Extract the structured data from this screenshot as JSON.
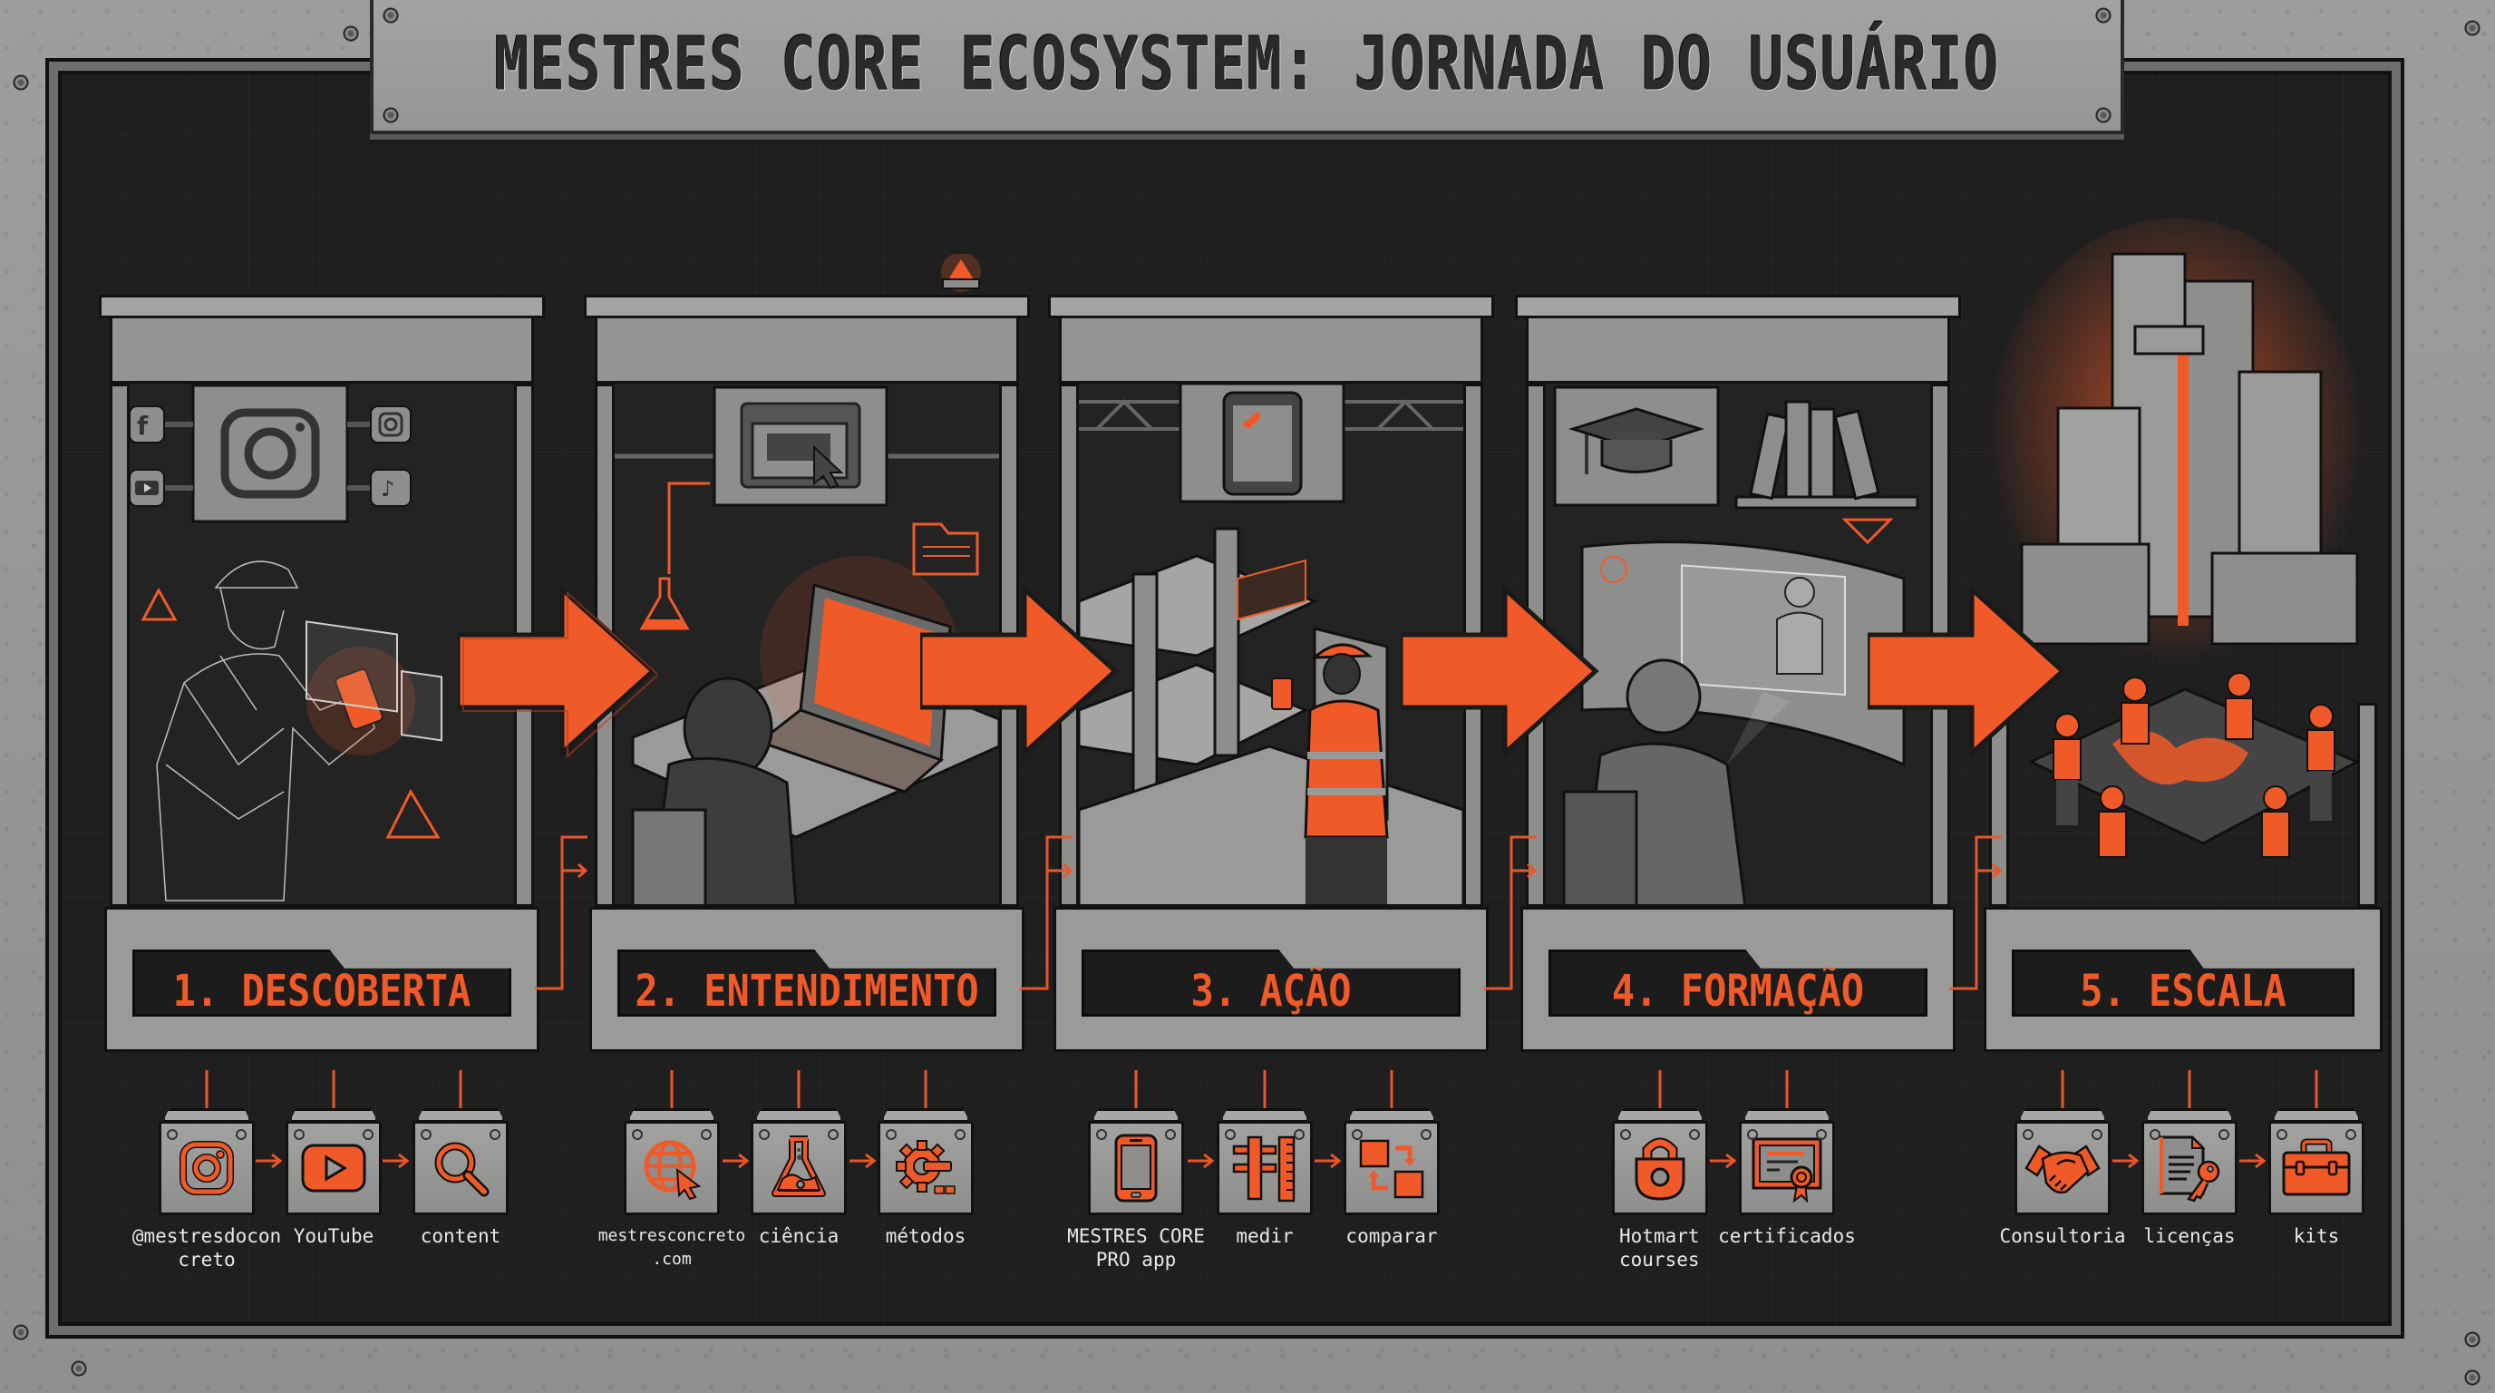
{
  "title": "MESTRES CORE ECOSYSTEM: JORNADA DO USUÁRIO",
  "colors": {
    "accent_orange": "#f05a28",
    "concrete": "#9a9a98",
    "background": "#1f1f20",
    "text_light": "#e8e8e6",
    "title_text": "#2a2a2a"
  },
  "stages": [
    {
      "number": "1",
      "label": "1. DESCOBERTA",
      "illustration": "wireframe-worker-with-phone",
      "scene_icons": [
        "instagram-icon",
        "facebook-icon",
        "youtube-icon",
        "tiktok-icon"
      ],
      "tools": [
        {
          "icon": "instagram-icon",
          "label_line1": "@mestresdocon",
          "label_line2": "creto"
        },
        {
          "icon": "youtube-icon",
          "label_line1": "YouTube",
          "label_line2": ""
        },
        {
          "icon": "search-icon",
          "label_line1": "content",
          "label_line2": ""
        }
      ]
    },
    {
      "number": "2",
      "label": "2. ENTENDIMENTO",
      "illustration": "person-at-laptop",
      "scene_icons": [
        "browser-click-icon",
        "flask-icon",
        "folder-icon"
      ],
      "tools": [
        {
          "icon": "globe-cursor-icon",
          "label_line1": "mestresconcreto",
          "label_line2": ".com"
        },
        {
          "icon": "flask-icon",
          "label_line1": "ciência",
          "label_line2": ""
        },
        {
          "icon": "gear-icon",
          "label_line1": "métodos",
          "label_line2": ""
        }
      ]
    },
    {
      "number": "3",
      "label": "3. AÇÃO",
      "illustration": "worker-on-construction-site-with-tablet",
      "scene_icons": [
        "rugged-tablet-icon"
      ],
      "tools": [
        {
          "icon": "smartphone-icon",
          "label_line1": "MESTRES CORE",
          "label_line2": "PRO app"
        },
        {
          "icon": "caliper-ruler-icon",
          "label_line1": "medir",
          "label_line2": ""
        },
        {
          "icon": "compare-cubes-icon",
          "label_line1": "comparar",
          "label_line2": ""
        }
      ]
    },
    {
      "number": "4",
      "label": "4. FORMAÇÃO",
      "illustration": "student-with-curved-screen-lecture",
      "scene_icons": [
        "graduation-cap-icon",
        "books-icon"
      ],
      "tools": [
        {
          "icon": "padlock-icon",
          "label_line1": "Hotmart",
          "label_line2": "courses"
        },
        {
          "icon": "certificate-icon",
          "label_line1": "certificados",
          "label_line2": ""
        }
      ]
    },
    {
      "number": "5",
      "label": "5. ESCALA",
      "illustration": "buildings-and-team-around-world-map",
      "scene_icons": [
        "buildings-icon",
        "world-map-icon"
      ],
      "tools": [
        {
          "icon": "handshake-icon",
          "label_line1": "Consultoria",
          "label_line2": ""
        },
        {
          "icon": "document-key-icon",
          "label_line1": "licenças",
          "label_line2": ""
        },
        {
          "icon": "toolbox-icon",
          "label_line1": "kits",
          "label_line2": ""
        }
      ]
    }
  ]
}
